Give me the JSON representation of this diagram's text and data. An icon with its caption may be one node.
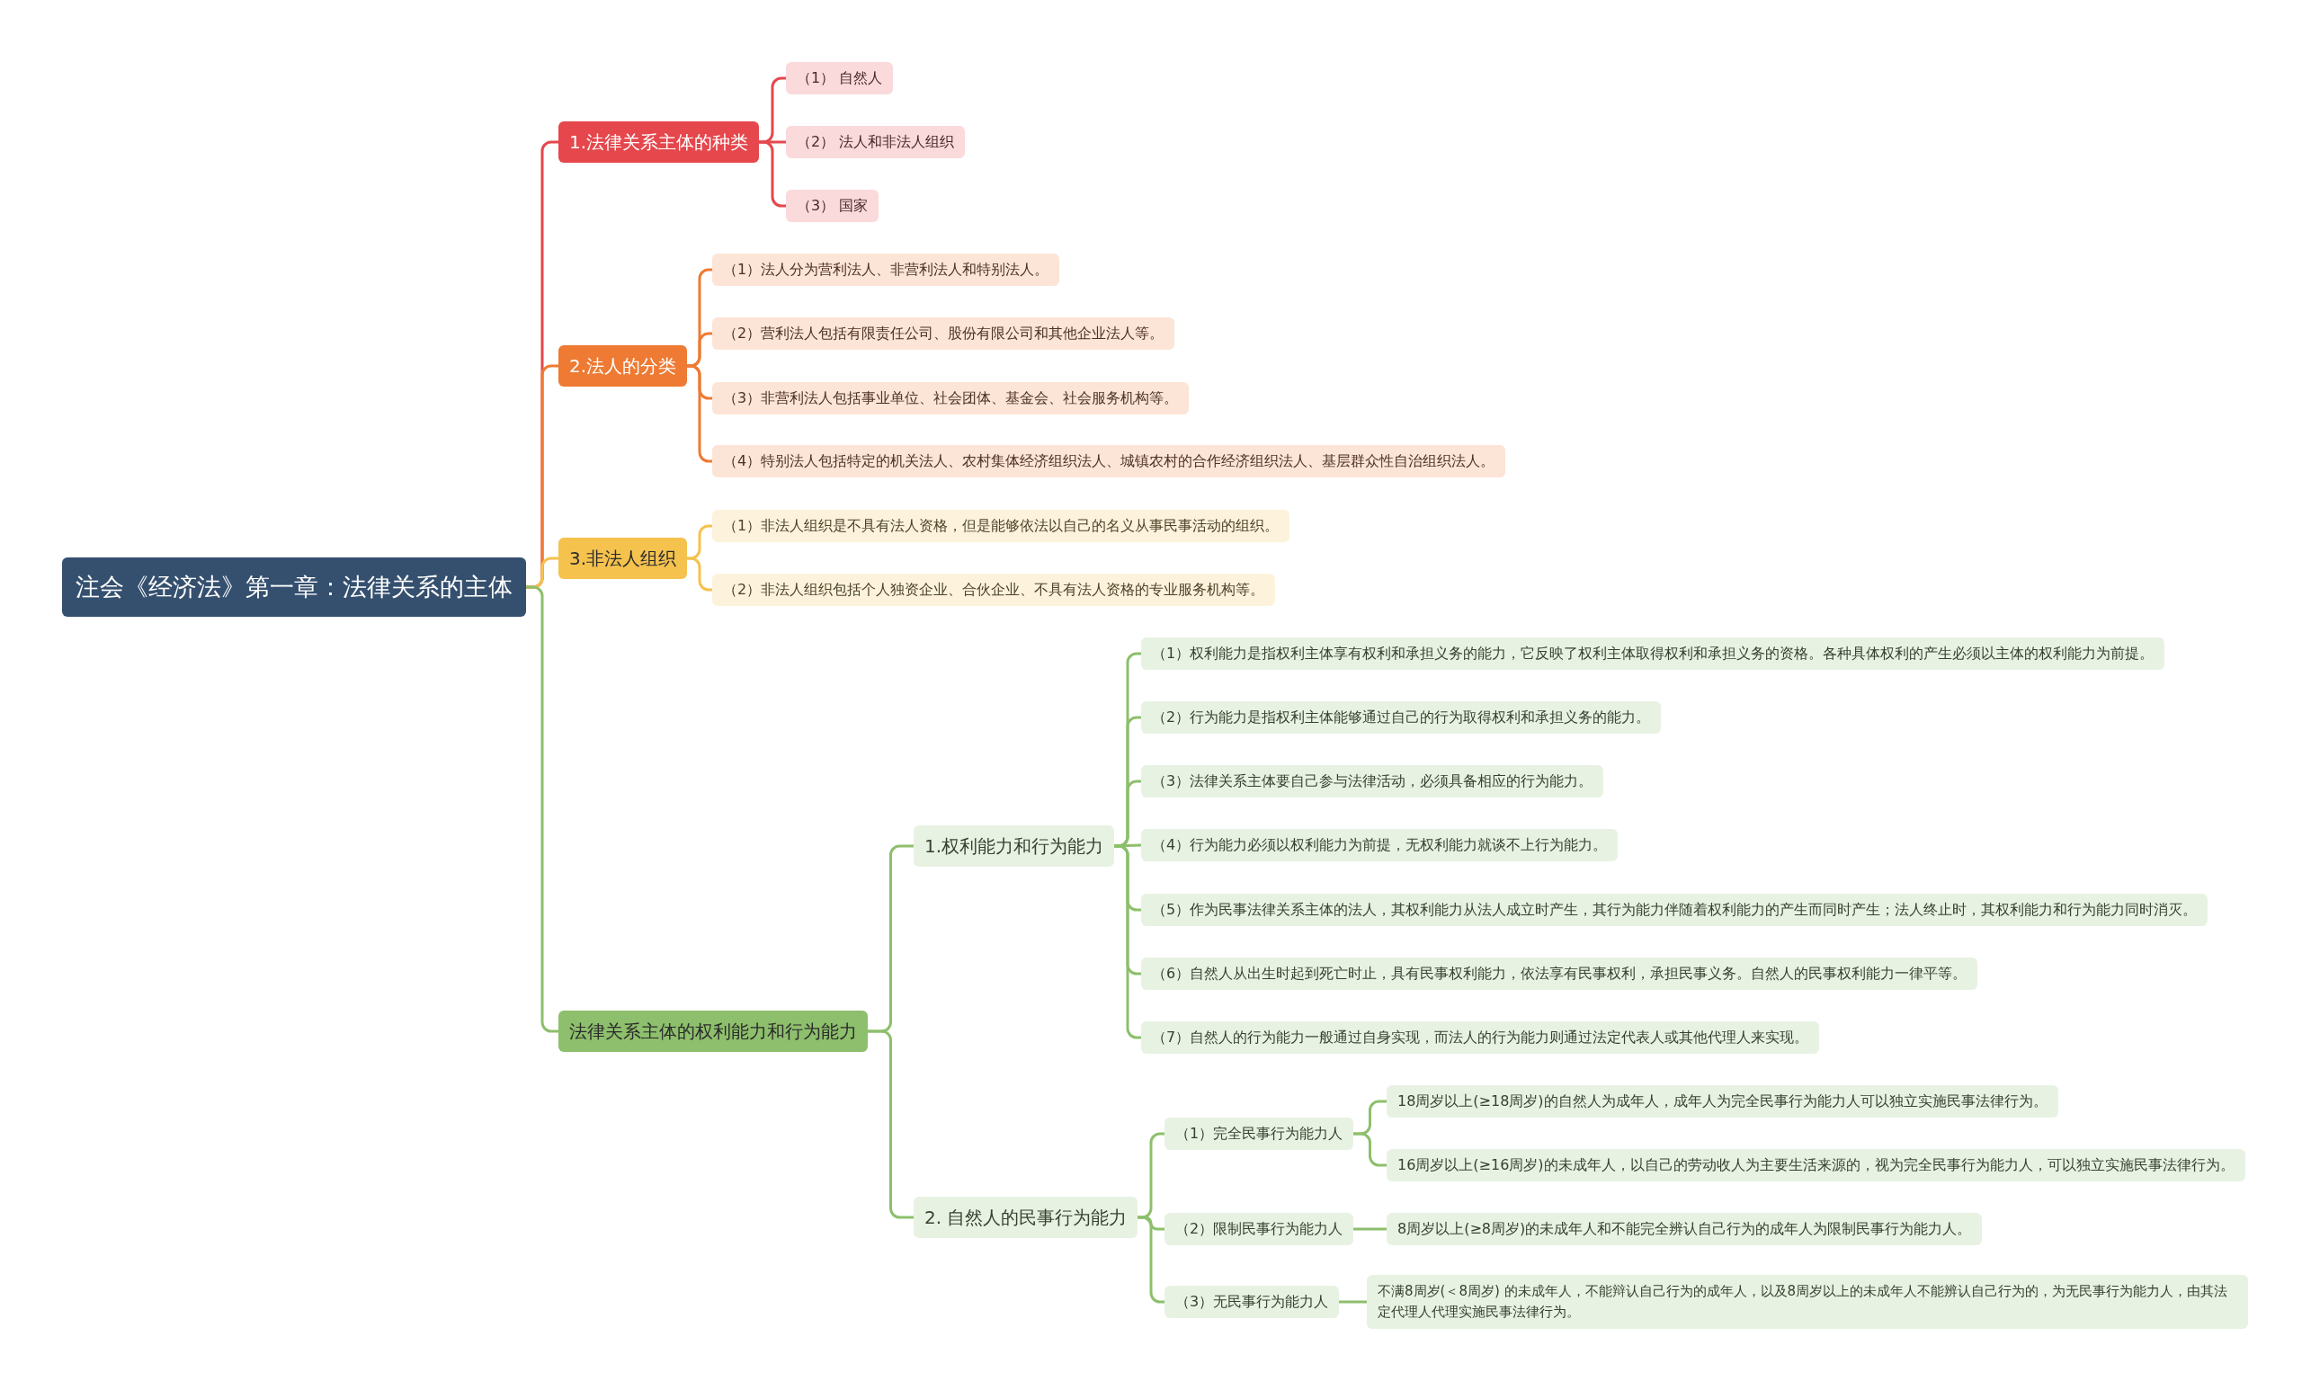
{
  "diagram": {
    "nodes": [
      {
        "text": [
          "注会《经济法》第一章：法律关系的主体"
        ]
      },
      {
        "text": [
          "1.法律关系主体的种类"
        ]
      },
      {
        "text": [
          "（1） 自然人"
        ]
      },
      {
        "text": [
          "（2） 法人和非法人组织"
        ]
      },
      {
        "text": [
          "（3） 国家"
        ]
      },
      {
        "text": [
          "2.法人的分类"
        ]
      },
      {
        "text": [
          "（1）法人分为营利法人、非营利法人和特别法人。"
        ]
      },
      {
        "text": [
          "（2）营利法人包括有限责任公司、股份有限公司和其他企业法人等。"
        ]
      },
      {
        "text": [
          "（3）非营利法人包括事业单位、社会团体、基金会、社会服务机构等。"
        ]
      },
      {
        "text": [
          "（4）特别法人包括特定的机关法人、农村集体经济组织法人、城镇农村的合作经济组织法人、基层群众性自治组织法人。"
        ]
      },
      {
        "text": [
          "3.非法人组织"
        ]
      },
      {
        "text": [
          "（1）非法人组织是不具有法人资格，但是能够依法以自己的名义从事民事活动的组织。"
        ]
      },
      {
        "text": [
          "（2）非法人组织包括个人独资企业、合伙企业、不具有法人资格的专业服务机构等。"
        ]
      },
      {
        "text": [
          "法律关系主体的权利能力和行为能力"
        ]
      },
      {
        "text": [
          "1.权利能力和行为能力"
        ]
      },
      {
        "text": [
          "（1）权利能力是指权利主体享有权利和承担义务的能力，它反映了权利主体取得权利和承担义务的资格。各种具体权利的产生必须以主体的权利能力为前提。"
        ]
      },
      {
        "text": [
          "（2）行为能力是指权利主体能够通过自己的行为取得权利和承担义务的能力。"
        ]
      },
      {
        "text": [
          "（3）法律关系主体要自己参与法律活动，必须具备相应的行为能力。"
        ]
      },
      {
        "text": [
          "（4）行为能力必须以权利能力为前提，无权利能力就谈不上行为能力。"
        ]
      },
      {
        "text": [
          "（5）作为民事法律关系主体的法人，其权利能力从法人成立时产生，其行为能力伴随着权利能力的产生而同时产生；法人终止时，其权利能力和行为能力同时消灭。"
        ]
      },
      {
        "text": [
          "（6）自然人从出生时起到死亡时止，具有民事权利能力，依法享有民事权利，承担民事义务。自然人的民事权利能力一律平等。"
        ]
      },
      {
        "text": [
          "（7）自然人的行为能力一般通过自身实现，而法人的行为能力则通过法定代表人或其他代理人来实现。"
        ]
      },
      {
        "text": [
          "2. 自然人的民事行为能力"
        ]
      },
      {
        "text": [
          "（1）完全民事行为能力人"
        ]
      },
      {
        "text": [
          "18周岁以上(≥18周岁)的自然人为成年人，成年人为完全民事行为能力人可以独立实施民事法律行为。"
        ]
      },
      {
        "text": [
          "16周岁以上(≥16周岁)的未成年人，以自己的劳动收人为主要生活来源的，视为完全民事行为能力人，可以独立实施民事法律行为。"
        ]
      },
      {
        "text": [
          "（2）限制民事行为能力人"
        ]
      },
      {
        "text": [
          "8周岁以上(≥8周岁)的未成年人和不能完全辨认自己行为的成年人为限制民事行为能力人。"
        ]
      },
      {
        "text": [
          "（3）无民事行为能力人"
        ]
      },
      {
        "text": [
          "不满8周岁(＜8周岁) 的未成年人，不能辩认自己行为的成年人，以及8周岁以上的未成年人不能辨认自己行为的，为无民事行为能力人，由其法定代理人代理实施民事法律行为。"
        ]
      }
    ],
    "edges": [
      {
        "from": 0,
        "to": 1,
        "arrow": "none",
        "color": "#e5474c"
      },
      {
        "from": 1,
        "to": 2,
        "arrow": "none",
        "color": "#e5474c"
      },
      {
        "from": 1,
        "to": 3,
        "arrow": "none",
        "color": "#e5474c"
      },
      {
        "from": 1,
        "to": 4,
        "arrow": "none",
        "color": "#e5474c"
      },
      {
        "from": 0,
        "to": 5,
        "arrow": "none",
        "color": "#ee7a33"
      },
      {
        "from": 5,
        "to": 6,
        "arrow": "none",
        "color": "#ee7a33"
      },
      {
        "from": 5,
        "to": 7,
        "arrow": "none",
        "color": "#ee7a33"
      },
      {
        "from": 5,
        "to": 8,
        "arrow": "none",
        "color": "#ee7a33"
      },
      {
        "from": 5,
        "to": 9,
        "arrow": "none",
        "color": "#ee7a33"
      },
      {
        "from": 0,
        "to": 10,
        "arrow": "none",
        "color": "#f5c24e"
      },
      {
        "from": 10,
        "to": 11,
        "arrow": "none",
        "color": "#f5c24e"
      },
      {
        "from": 10,
        "to": 12,
        "arrow": "none",
        "color": "#f5c24e"
      },
      {
        "from": 0,
        "to": 13,
        "arrow": "none"
      },
      {
        "from": 13,
        "to": 14,
        "arrow": "none"
      },
      {
        "from": 14,
        "to": 15,
        "arrow": "none"
      },
      {
        "from": 14,
        "to": 16,
        "arrow": "none"
      },
      {
        "from": 14,
        "to": 17,
        "arrow": "none"
      },
      {
        "from": 14,
        "to": 18,
        "arrow": "none"
      },
      {
        "from": 14,
        "to": 19,
        "arrow": "none"
      },
      {
        "from": 14,
        "to": 20,
        "arrow": "none"
      },
      {
        "from": 14,
        "to": 21,
        "arrow": "none"
      },
      {
        "from": 13,
        "to": 22,
        "arrow": "none"
      },
      {
        "from": 22,
        "to": 23,
        "arrow": "none"
      },
      {
        "from": 23,
        "to": 24,
        "arrow": "none"
      },
      {
        "from": 23,
        "to": 25,
        "arrow": "none"
      },
      {
        "from": 22,
        "to": 26,
        "arrow": "none"
      },
      {
        "from": 26,
        "to": 27,
        "arrow": "none"
      },
      {
        "from": 22,
        "to": 28,
        "arrow": "none"
      },
      {
        "from": 28,
        "to": 29,
        "arrow": "none"
      }
    ]
  }
}
